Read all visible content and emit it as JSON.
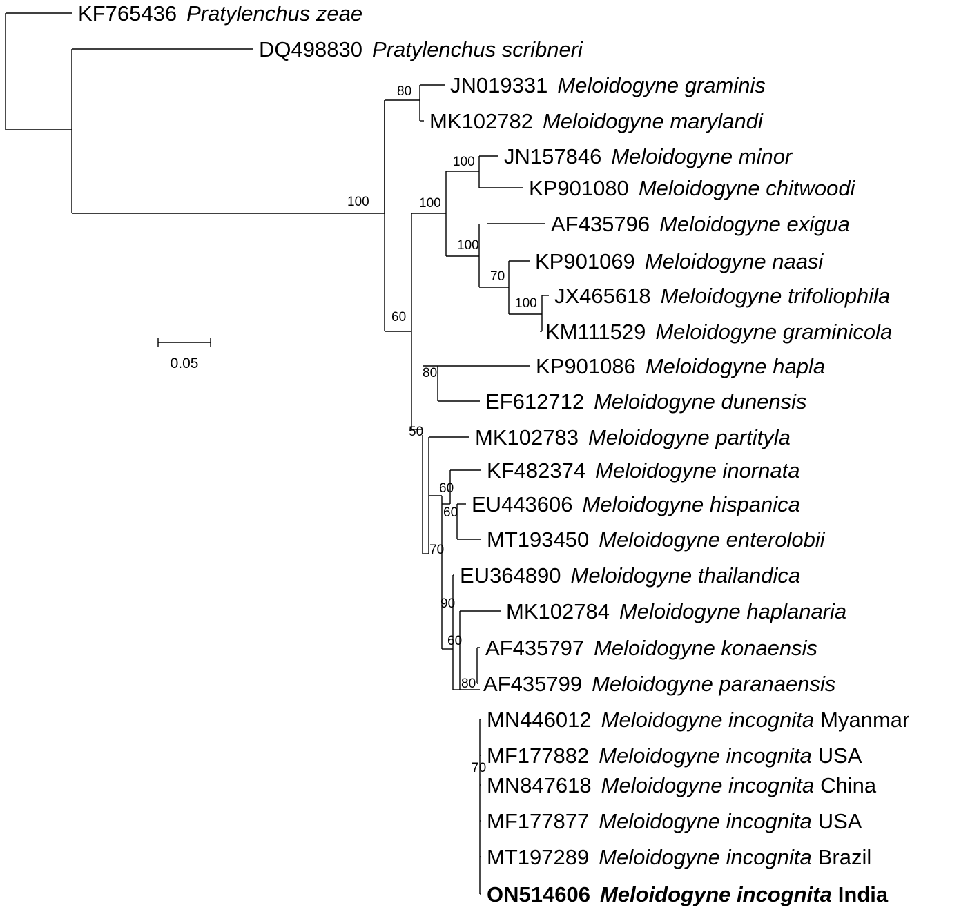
{
  "tree": {
    "taxa": [
      {
        "acc": "KF765436",
        "species": "Pratylenchus zeae",
        "loc": ""
      },
      {
        "acc": "DQ498830",
        "species": "Pratylenchus scribneri",
        "loc": ""
      },
      {
        "acc": "JN019331",
        "species": "Meloidogyne graminis",
        "loc": ""
      },
      {
        "acc": "MK102782",
        "species": "Meloidogyne marylandi",
        "loc": ""
      },
      {
        "acc": "JN157846",
        "species": "Meloidogyne minor",
        "loc": ""
      },
      {
        "acc": "KP901080",
        "species": "Meloidogyne chitwoodi",
        "loc": ""
      },
      {
        "acc": "AF435796",
        "species": "Meloidogyne exigua",
        "loc": ""
      },
      {
        "acc": "KP901069",
        "species": "Meloidogyne naasi",
        "loc": ""
      },
      {
        "acc": "JX465618",
        "species": "Meloidogyne trifoliophila",
        "loc": ""
      },
      {
        "acc": "KM111529",
        "species": "Meloidogyne graminicola",
        "loc": ""
      },
      {
        "acc": "KP901086",
        "species": "Meloidogyne hapla",
        "loc": ""
      },
      {
        "acc": "EF612712",
        "species": "Meloidogyne dunensis",
        "loc": ""
      },
      {
        "acc": "MK102783",
        "species": "Meloidogyne partityla",
        "loc": ""
      },
      {
        "acc": "KF482374",
        "species": "Meloidogyne inornata",
        "loc": ""
      },
      {
        "acc": "EU443606",
        "species": "Meloidogyne hispanica",
        "loc": ""
      },
      {
        "acc": "MT193450",
        "species": "Meloidogyne enterolobii",
        "loc": ""
      },
      {
        "acc": "EU364890",
        "species": "Meloidogyne thailandica",
        "loc": ""
      },
      {
        "acc": "MK102784",
        "species": "Meloidogyne haplanaria",
        "loc": ""
      },
      {
        "acc": "AF435797",
        "species": "Meloidogyne konaensis",
        "loc": ""
      },
      {
        "acc": "AF435799",
        "species": "Meloidogyne paranaensis",
        "loc": ""
      },
      {
        "acc": "MN446012",
        "species": "Meloidogyne incognita",
        "loc": "Myanmar"
      },
      {
        "acc": "MF177882",
        "species": "Meloidogyne incognita",
        "loc": "USA"
      },
      {
        "acc": "MN847618",
        "species": "Meloidogyne incognita",
        "loc": "China"
      },
      {
        "acc": "MF177877",
        "species": "Meloidogyne incognita",
        "loc": "USA"
      },
      {
        "acc": "MT197289",
        "species": "Meloidogyne incognita",
        "loc": "Brazil"
      },
      {
        "acc": "ON514606",
        "species": "Meloidogyne incognita",
        "loc": "India",
        "highlight": true
      }
    ],
    "bootstrap": [
      "100",
      "80",
      "60",
      "100",
      "100",
      "100",
      "70",
      "100",
      "50",
      "80",
      "70",
      "60",
      "60",
      "90",
      "60",
      "80",
      "70"
    ],
    "scale_bar": {
      "value": 0.05,
      "label": "0.05"
    }
  }
}
